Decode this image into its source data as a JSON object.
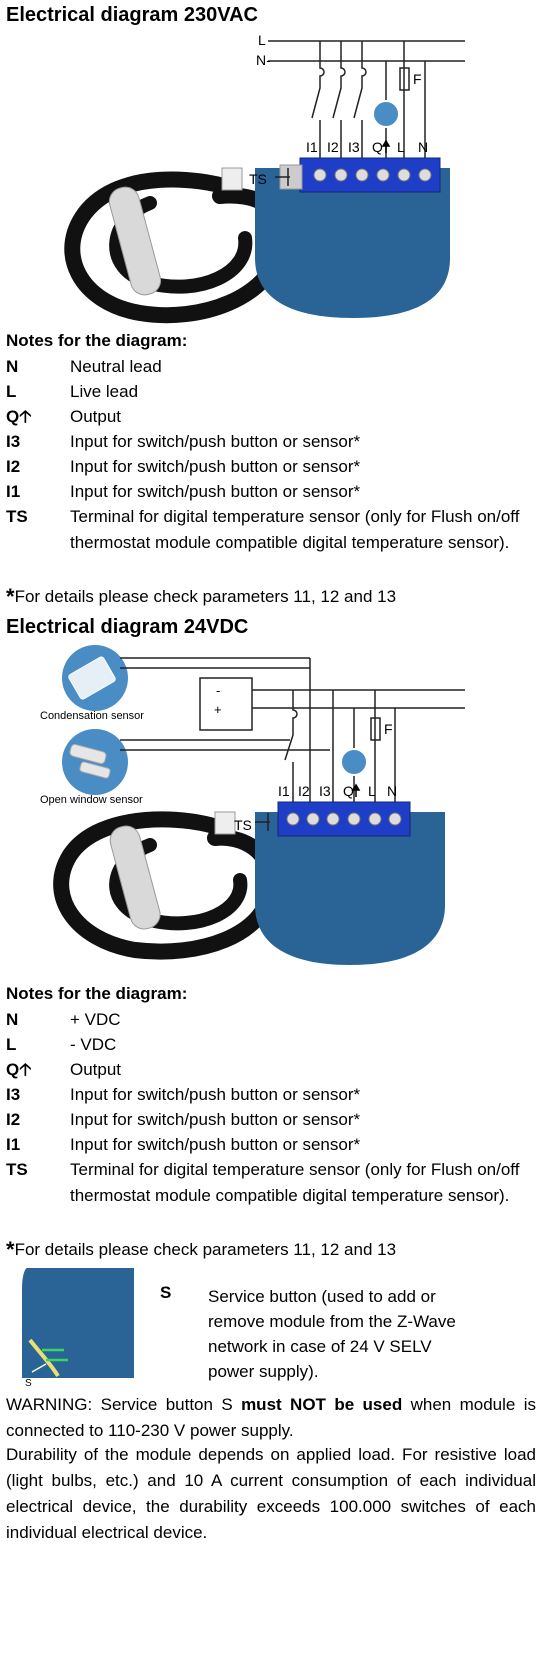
{
  "section1": {
    "title": "Electrical diagram 230VAC",
    "labels": {
      "L": "L",
      "N": "N-",
      "F": "F",
      "TS": "TS",
      "terminals": [
        "I1",
        "I2",
        "I3",
        "Q",
        "L",
        "N"
      ]
    },
    "notes_title": "Notes for the diagram:",
    "notes": [
      {
        "key": "N",
        "value": "Neutral lead"
      },
      {
        "key": "L",
        "value": "Live lead"
      },
      {
        "key": "Q",
        "value": "Output"
      },
      {
        "key": "I3",
        "value": "Input for switch/push button or sensor*"
      },
      {
        "key": "I2",
        "value": "Input for switch/push button or sensor*"
      },
      {
        "key": "I1",
        "value": "Input for switch/push button or sensor*"
      },
      {
        "key": "TS",
        "value": "Terminal for digital temperature sensor (only for Flush on/off thermostat module compatible digital temperature sensor)."
      }
    ],
    "footnote_star": "*",
    "footnote": "For details please check parameters 11, 12 and 13"
  },
  "section2": {
    "title": "Electrical diagram 24VDC",
    "labels": {
      "condensation": "Condensation sensor",
      "window": "Open window sensor",
      "minus": "-",
      "plus": "+",
      "F": "F",
      "TS": "TS",
      "terminals": [
        "I1",
        "I2",
        "I3",
        "Q",
        "L",
        "N"
      ]
    },
    "notes_title": "Notes for the diagram:",
    "notes": [
      {
        "key": "N",
        "value": "+ VDC"
      },
      {
        "key": "L",
        "value": "- VDC"
      },
      {
        "key": "Q",
        "value": "Output"
      },
      {
        "key": "I3",
        "value": "Input for switch/push button or sensor*"
      },
      {
        "key": "I2",
        "value": "Input for switch/push button or sensor*"
      },
      {
        "key": "I1",
        "value": "Input for switch/push button or sensor*"
      },
      {
        "key": "TS",
        "value": "Terminal for digital temperature sensor (only for Flush on/off thermostat module compatible digital temperature sensor)."
      }
    ],
    "footnote_star": "*",
    "footnote": "For details please check parameters 11, 12 and 13"
  },
  "service": {
    "key": "S",
    "image_label": "S",
    "description": "Service button (used to add or remove module from the Z-Wave network in case of 24 V SELV power supply)."
  },
  "warning": {
    "prefix": "WARNING: Service button S ",
    "bold": "must NOT be used",
    "suffix": " when module is connected to 110-230 V power supply."
  },
  "durability": "Durability of the module depends on applied load. For resistive load (light bulbs, etc.) and 10 A current consumption of each individual electrical device, the durability exceeds 100.000 switches of each individual electrical device.",
  "colors": {
    "module_blue": "#2a6496",
    "terminal_blue": "#1f3ec8",
    "cable": "#111111",
    "sensor_blue": "#4a8cc4"
  }
}
